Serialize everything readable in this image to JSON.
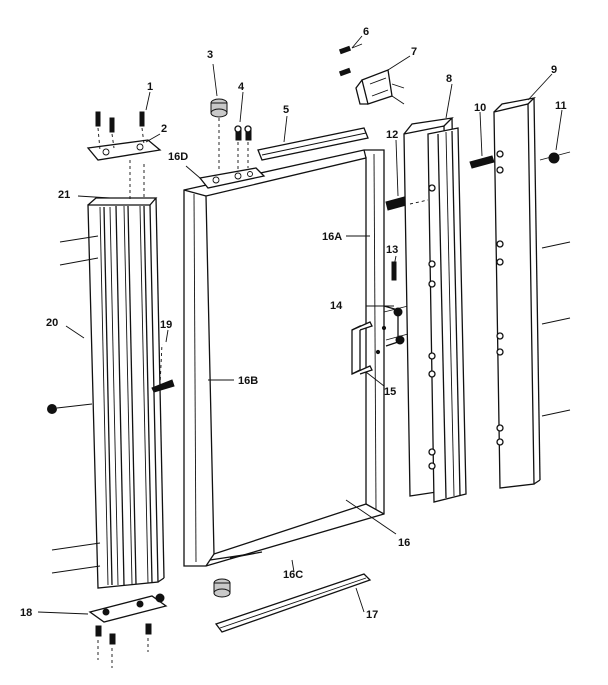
{
  "labels": {
    "p1": "1",
    "p2": "2",
    "p3": "3",
    "p4": "4",
    "p5": "5",
    "p6": "6",
    "p7": "7",
    "p8": "8",
    "p9": "9",
    "p10": "10",
    "p11": "11",
    "p12": "12",
    "p13": "13",
    "p14": "14",
    "p15": "15",
    "p16": "16",
    "p16a": "16A",
    "p16b": "16B",
    "p16c": "16C",
    "p16d": "16D",
    "p17": "17",
    "p18": "18",
    "p19": "19",
    "p20": "20",
    "p21": "21"
  }
}
